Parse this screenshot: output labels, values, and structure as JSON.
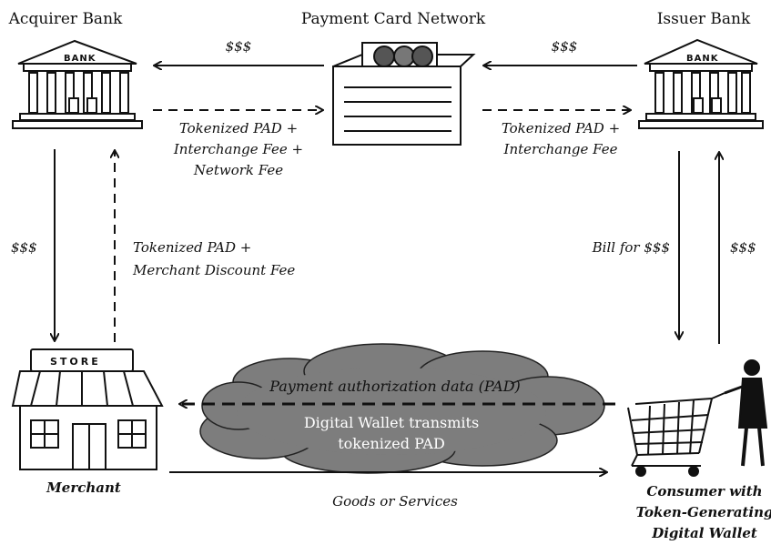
{
  "nodes": {
    "acquirer_bank": "Acquirer Bank",
    "payment_card_network": "Payment Card Network",
    "issuer_bank": "Issuer Bank",
    "merchant": "Merchant",
    "consumer": [
      "Consumer with",
      "Token-Generating",
      "Digital Wallet"
    ]
  },
  "icons": {
    "bank_sign": "BANK",
    "store_sign": "STORE"
  },
  "edges": {
    "network_to_acquirer": "$$$",
    "issuer_to_network": "$$$",
    "acquirer_to_network": [
      "Tokenized PAD +",
      "Interchange Fee +",
      "Network Fee"
    ],
    "network_to_issuer": [
      "Tokenized PAD +",
      "Interchange Fee"
    ],
    "acquirer_to_merchant": "$$$",
    "merchant_to_acquirer": [
      "Tokenized PAD +",
      "Merchant Discount Fee"
    ],
    "issuer_to_consumer": "Bill for $$$",
    "consumer_to_issuer": "$$$",
    "consumer_to_merchant": "Payment authorization data (PAD)",
    "merchant_to_consumer": "Goods or Services"
  },
  "cloud": [
    "Digital Wallet transmits",
    "tokenized PAD"
  ],
  "colors": {
    "ink": "#111111",
    "cloud_fill": "#7d7d7d",
    "cloud_text": "#ffffff"
  }
}
